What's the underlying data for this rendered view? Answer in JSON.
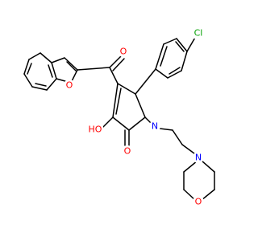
{
  "colors": {
    "background": "#ffffff",
    "bond": "#000000",
    "oxygen": "#ff0000",
    "nitrogen": "#0000ff",
    "chlorine": "#00a000"
  },
  "atoms": {
    "ketone_o": "O",
    "furan_o": "O",
    "hydroxyl": "HO",
    "lactam_o": "O",
    "ring_n": "N",
    "chlorine": "Cl",
    "morpholine_n": "N",
    "morpholine_o": "O"
  }
}
